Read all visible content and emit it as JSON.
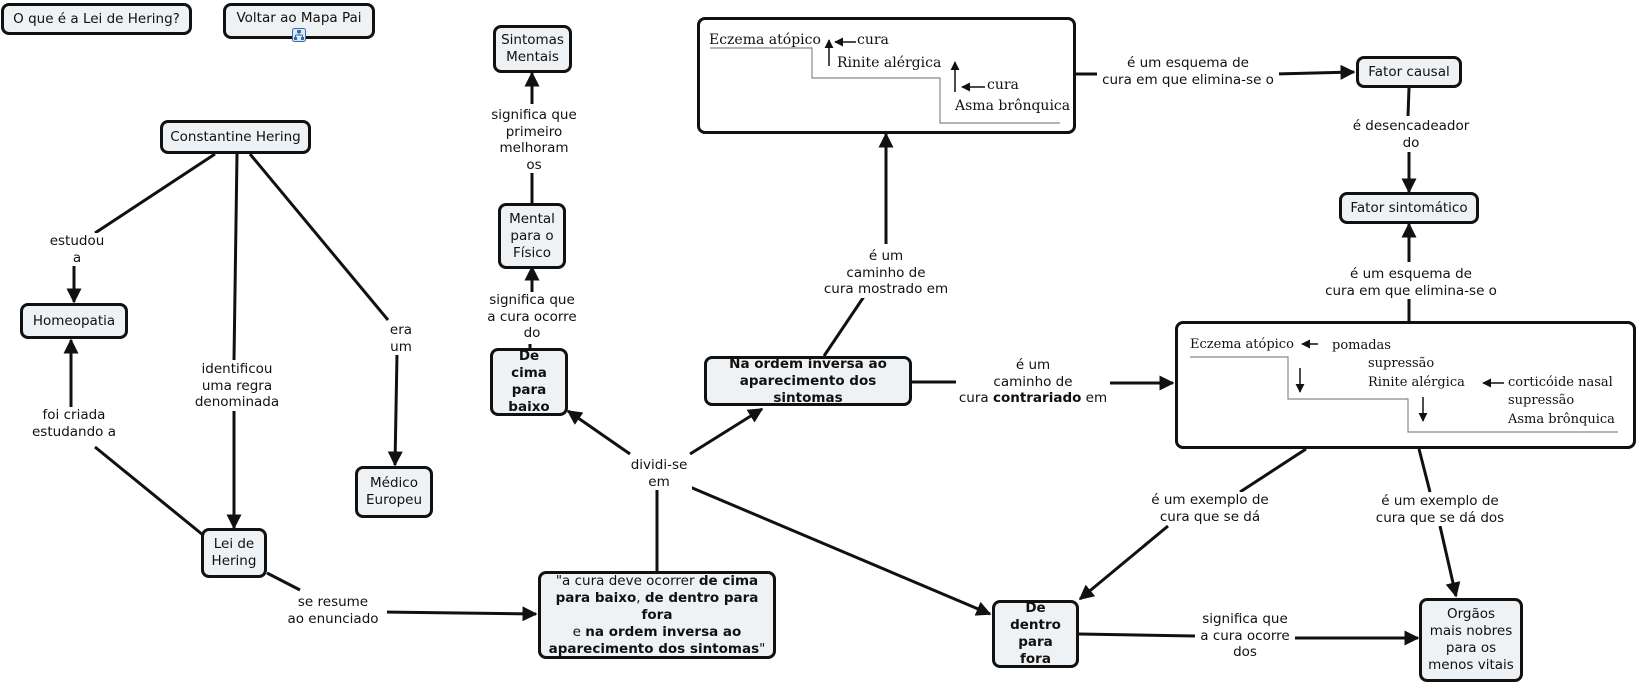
{
  "nodes": {
    "o_que_e": "O que é a Lei de Hering?",
    "voltar": "Voltar ao Mapa Pai",
    "constantine": "Constantine Hering",
    "homeopatia": "Homeopatia",
    "medico": [
      "Médico",
      "Europeu"
    ],
    "lei": [
      "Lei de",
      "Hering"
    ],
    "sintomas_mentais": [
      "Sintomas",
      "Mentais"
    ],
    "mental_fisico": [
      "Mental",
      "para o",
      "Físico"
    ],
    "de_cima": [
      "De cima",
      "para",
      "baixo"
    ],
    "ordem_inversa": [
      "Na ordem inversa ao",
      "aparecimento dos sintomas"
    ],
    "enunciado": {
      "l1a": "\"a cura deve ocorrer ",
      "l1b": "de cima",
      "l2a": "para baixo",
      "l2b": ", ",
      "l2c": "de dentro para fora",
      "l3a": "e ",
      "l3b": "na ordem inversa ao",
      "l4a": "aparecimento dos sintomas",
      "l4b": "\""
    },
    "de_dentro": [
      "De dentro",
      "para",
      "fora"
    ],
    "orgaos": [
      "Orgãos",
      "mais nobres",
      "para os",
      "menos vitais"
    ],
    "fator_causal": "Fator causal",
    "fator_sintomatico": "Fator sintomático"
  },
  "labels": {
    "estudou": [
      "estudou",
      "a"
    ],
    "identificou": [
      "identificou",
      "uma regra",
      "denominada"
    ],
    "era": [
      "era",
      "um"
    ],
    "foi_criada": [
      "foi criada",
      "estudando a"
    ],
    "se_resume": [
      "se resume",
      "ao enunciado"
    ],
    "dividi": [
      "dividi-se",
      "em"
    ],
    "significa_mentais": [
      "significa que",
      "primeiro",
      "melhoram",
      "os"
    ],
    "significa_cima": [
      "significa que",
      "a cura ocorre",
      "do"
    ],
    "caminho_mostrado": [
      "é um",
      "caminho de",
      "cura mostrado em"
    ],
    "caminho_contrariado": {
      "l1": "é um",
      "l2": "caminho de",
      "l3a": "cura ",
      "l3b": "contrariado",
      "l3c": " em"
    },
    "esquema_top": [
      "é um esquema de",
      "cura em que elimina-se o"
    ],
    "desencadeador": [
      "é desencadeador",
      "do"
    ],
    "esquema_right": [
      "é um esquema de",
      "cura em que elimina-se o"
    ],
    "exemplo_da": [
      "é um exemplo de",
      "cura que se dá"
    ],
    "exemplo_dos": [
      "é um exemplo de",
      "cura que se dá dos"
    ],
    "significa_dentro": [
      "significa que",
      "a cura ocorre",
      "dos"
    ]
  },
  "diagram_top": {
    "eczema": "Eczema atópico",
    "cura1": "cura",
    "rinite": "Rinite alérgica",
    "cura2": "cura",
    "asma": "Asma brônquica"
  },
  "diagram_right": {
    "eczema": "Eczema atópico",
    "pomadas": "pomadas",
    "supressao1": "supressão",
    "rinite": "Rinite alérgica",
    "corticoide": "corticóide nasal",
    "supressao2": "supressão",
    "asma": "Asma brônquica"
  },
  "icons": {
    "link": "concept-map-link-icon"
  }
}
